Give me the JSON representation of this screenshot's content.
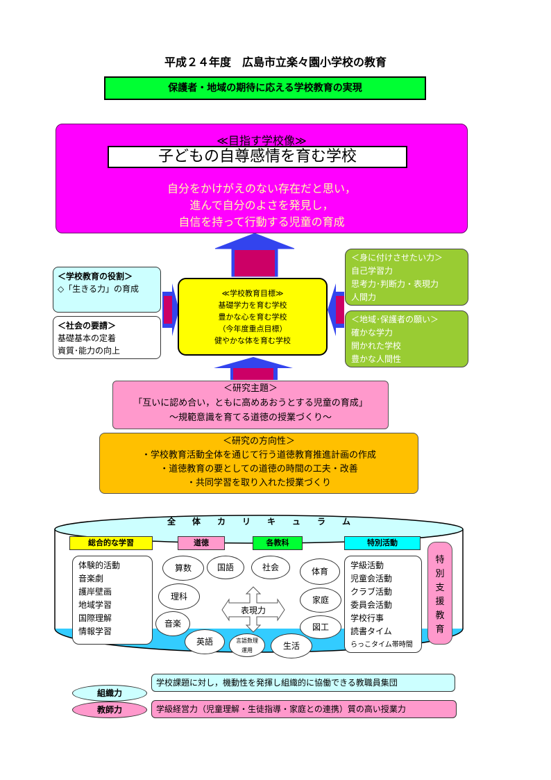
{
  "title": "平成２４年度　広島市立楽々園小学校の教育",
  "banner": "保護者・地域の期待に応える学校教育の実現",
  "vision": {
    "heading": "≪目指す学校像≫",
    "motto": "子どもの自尊感情を育む学校",
    "lines": [
      "自分をかけがえのない存在だと思い，",
      "進んで自分のよさを発見し，",
      "自信を持って行動する児童の育成"
    ]
  },
  "school_role": {
    "heading": "＜学校教育の役割＞",
    "line": "◇「生きる力」の育成"
  },
  "social_demand": {
    "heading": "＜社会の要請＞",
    "lines": [
      "基礎基本の定着",
      "資質･能力の向上"
    ]
  },
  "goals": {
    "lines": [
      "≪学校教育目標≫",
      "基礎学力を育む学校",
      "豊かな心を育む学校",
      "（今年度重点目標）",
      "健やかな体を育む学校"
    ]
  },
  "abilities": {
    "heading": "＜身に付けさせたい力＞",
    "lines": [
      "自己学習力",
      "思考力･判断力・表現力",
      "人間力"
    ]
  },
  "wishes": {
    "heading": "＜地域･保護者の願い＞",
    "lines": [
      "確かな学力",
      "開かれた学校",
      "豊かな人間性"
    ]
  },
  "research_theme": {
    "heading": "＜研究主題＞",
    "line1": "「互いに認め合い，ともに高めあおうとする児童の育成」",
    "line2": "～規範意識を育てる道徳の授業づくり～"
  },
  "research_direction": {
    "heading": "＜研究の方向性＞",
    "lines": [
      "・学校教育活動全体を通じて行う道徳教育推進計画の作成",
      "・道徳教育の要としての道徳の時間の工夫・改善",
      "・共同学習を取り入れた授業づくり"
    ]
  },
  "curriculum": {
    "heading": "全　　体　　カ　　リ　　キ　　ュ　　ラ　　ム",
    "tags": {
      "integrated": "総合的な学習",
      "moral": "道徳",
      "subjects": "各教科",
      "special": "特別活動"
    },
    "integrated_items": [
      "体験的活動",
      "音楽劇",
      "護岸壁画",
      "地域学習",
      "国際理解",
      "情報学習"
    ],
    "subjects": {
      "sansu": "算数",
      "kokugo": "国語",
      "shakai": "社会",
      "taiiku": "体育",
      "rika": "理科",
      "katei": "家庭",
      "ongaku": "音楽",
      "zuko": "図工",
      "eigo": "英語",
      "seikatsu": "生活",
      "hyogen": "表現力",
      "gengo1": "言語数理",
      "gengo2": "運用"
    },
    "special_items": [
      "学級活動",
      "児童会活動",
      "クラブ活動",
      "委員会活動",
      "学校行事",
      "読書タイム",
      "らっこタイム帯時間"
    ],
    "special_support": [
      "特",
      "別",
      "支",
      "援",
      "教",
      "育"
    ]
  },
  "organization": {
    "label": "組織力",
    "text": "学校課題に対し，機動性を発揮し組織的に協働できる教職員集団"
  },
  "teaching": {
    "label": "教師力",
    "text": "学級経営力（児童理解・生徒指導・家庭との連携）質の高い授業力"
  },
  "colors": {
    "banner": "#00ff33",
    "vision": "#ff00ff",
    "goal": "#ffff00",
    "green_box": "#99cc33",
    "theme": "#ff99cc",
    "direction": "#ffc000",
    "arrow": "#3344ee",
    "cyan_box": "#ccffff",
    "pink_box": "#ff99cc"
  }
}
